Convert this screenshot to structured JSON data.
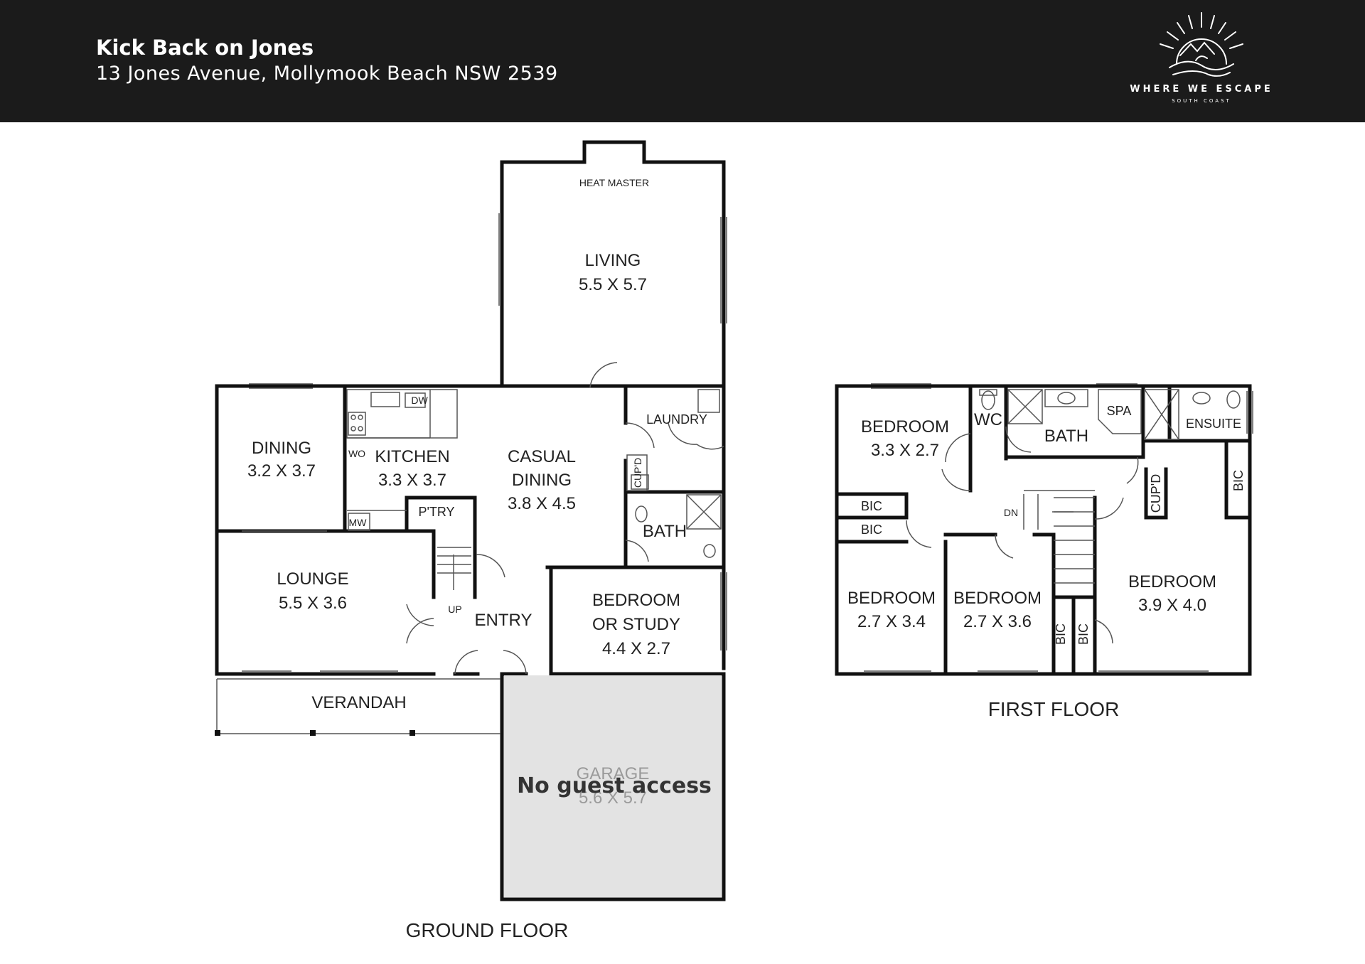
{
  "header": {
    "title": "Kick Back on Jones",
    "address": "13 Jones Avenue, Mollymook Beach NSW 2539",
    "logo_text": "WHERE WE ESCAPE",
    "logo_subtext": "SOUTH COAST",
    "background": "#1b1b1b"
  },
  "ground_floor": {
    "label": "GROUND FLOOR",
    "heat_master": "HEAT MASTER",
    "living": {
      "name": "LIVING",
      "size": "5.5 X 5.7"
    },
    "dining": {
      "name": "DINING",
      "size": "3.2 X 3.7"
    },
    "kitchen": {
      "name": "KITCHEN",
      "size": "3.3 X 3.7"
    },
    "casual_dining": {
      "name1": "CASUAL",
      "name2": "DINING",
      "size": "3.8 X 4.5"
    },
    "laundry": "LAUNDRY",
    "cupd": "CUP'D",
    "bath": "BATH",
    "pantry": "P'TRY",
    "wo": "WO",
    "mw": "MW",
    "dw": "DW",
    "lounge": {
      "name": "LOUNGE",
      "size": "5.5 X 3.6"
    },
    "up": "UP",
    "entry": "ENTRY",
    "bedroom_study": {
      "name1": "BEDROOM",
      "name2": "OR STUDY",
      "size": "4.4 X 2.7"
    },
    "verandah": "VERANDAH",
    "garage": {
      "name": "GARAGE",
      "size": "5.6 X 5.7",
      "notice": "No guest access",
      "overlay": "#e3e3e3"
    }
  },
  "first_floor": {
    "label": "FIRST FLOOR",
    "bedroom1": {
      "name": "BEDROOM",
      "size": "3.3 X 2.7"
    },
    "wc": "WC",
    "bath": "BATH",
    "spa": "SPA",
    "ensuite": "ENSUITE",
    "bic": "BIC",
    "cupd": "CUP'D",
    "dn": "DN",
    "bedroom2": {
      "name": "BEDROOM",
      "size": "2.7 X 3.4"
    },
    "bedroom3": {
      "name": "BEDROOM",
      "size": "2.7 X 3.6"
    },
    "bedroom4": {
      "name": "BEDROOM",
      "size": "3.9 X 4.0"
    }
  }
}
